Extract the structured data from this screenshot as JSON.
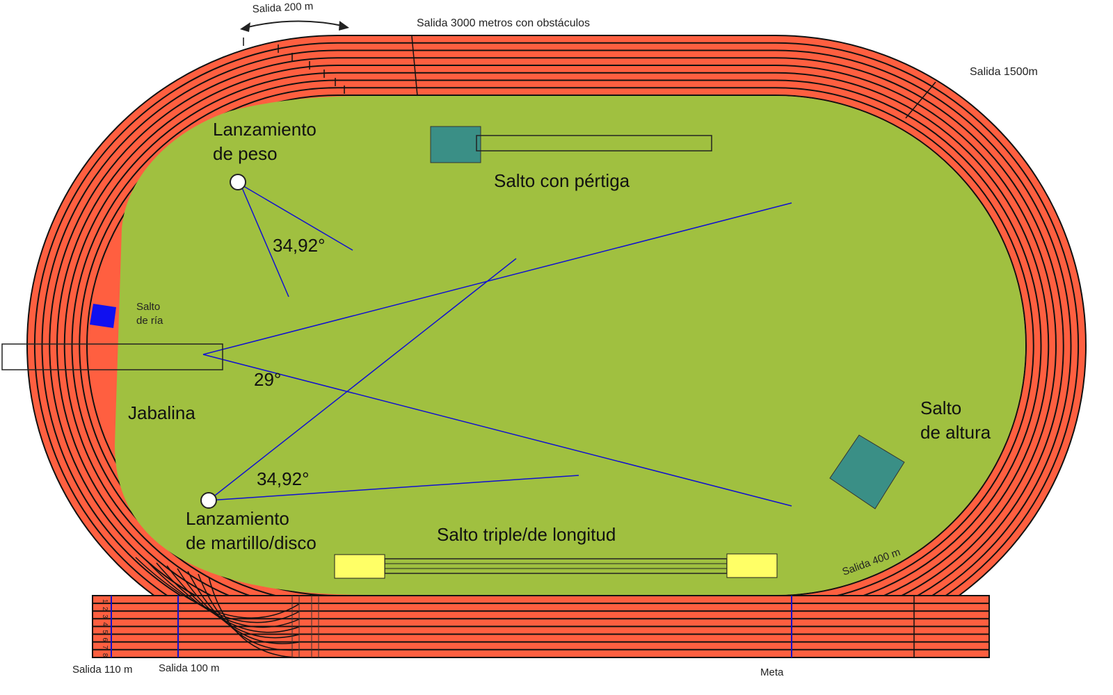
{
  "colors": {
    "track": "#FF5F40",
    "field": "#A0C040",
    "lines": "#1010D0",
    "teal": "#3A8F86",
    "yellow": "#FFFF66",
    "water": "#1010F0"
  },
  "labels": {
    "salida_200": "Salida  200 m",
    "salida_3000": "Salida 3000 metros con obstáculos",
    "salida_1500": "Salida 1500m",
    "salida_400": "Salida 400  m",
    "salida_110": "Salida 110 m",
    "salida_100": "Salida 100 m",
    "meta": "Meta",
    "peso_1": "Lanzamiento",
    "peso_2": "de peso",
    "angle_peso": "34,92°",
    "pertiga": "Salto con pértiga",
    "ria_1": "Salto",
    "ria_2": "de ría",
    "jabalina": "Jabalina",
    "angle_jabalina": "29°",
    "angle_martillo": "34,92°",
    "martillo_1": "Lanzamiento",
    "martillo_2": "de martillo/disco",
    "triple": "Salto triple/de longitud",
    "altura_1": "Salto",
    "altura_2": "de altura"
  },
  "lane_numbers": [
    "1",
    "2",
    "3",
    "4",
    "5",
    "6",
    "7",
    "8"
  ]
}
